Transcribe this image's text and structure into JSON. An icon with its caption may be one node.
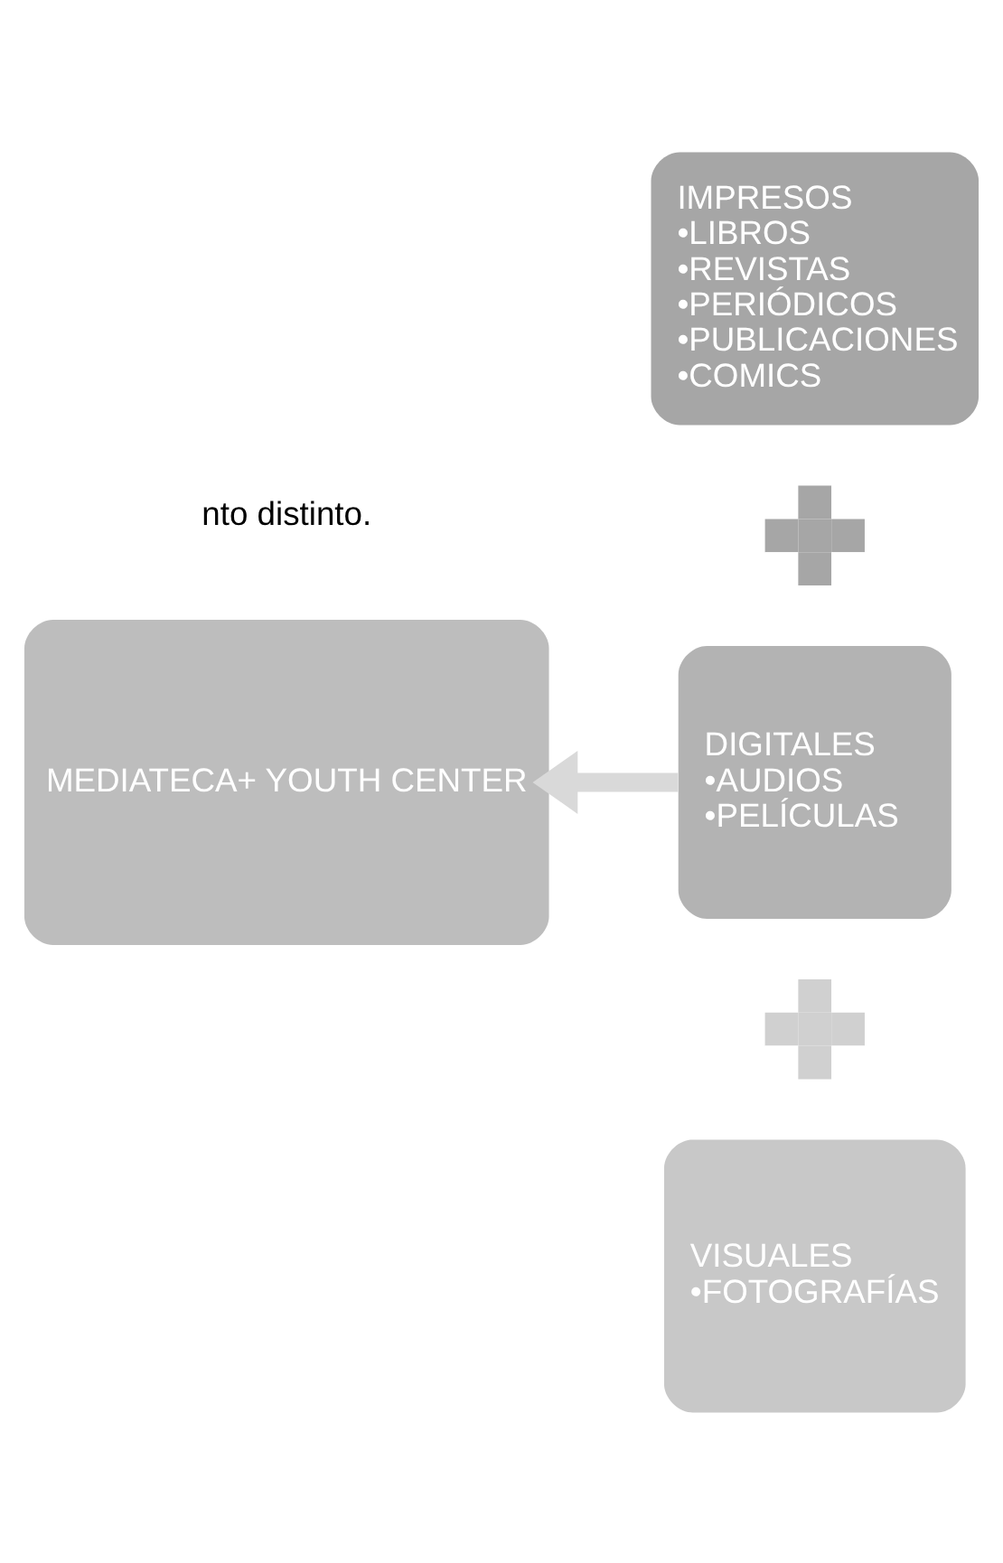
{
  "diagram": {
    "nodes": [
      {
        "text": [
          "IMPRESOS",
          "•LIBROS",
          "•REVISTAS",
          "•PERIÓDICOS",
          "•PUBLICACIONES",
          "•COMICS"
        ]
      },
      {
        "text": [],
        "shape": "cross"
      },
      {
        "text": [
          "MEDIATECA+ YOUTH CENTER"
        ]
      },
      {
        "text": [
          "DIGITALES",
          "•AUDIOS",
          "•PELÍCULAS"
        ]
      },
      {
        "text": [],
        "shape": "cross"
      },
      {
        "text": [
          "VISUALES",
          "•FOTOGRAFÍAS"
        ]
      }
    ],
    "edges": [
      {
        "from": 3,
        "to": 2,
        "arrow": "to"
      }
    ],
    "labels": [
      "nto distinto."
    ]
  }
}
